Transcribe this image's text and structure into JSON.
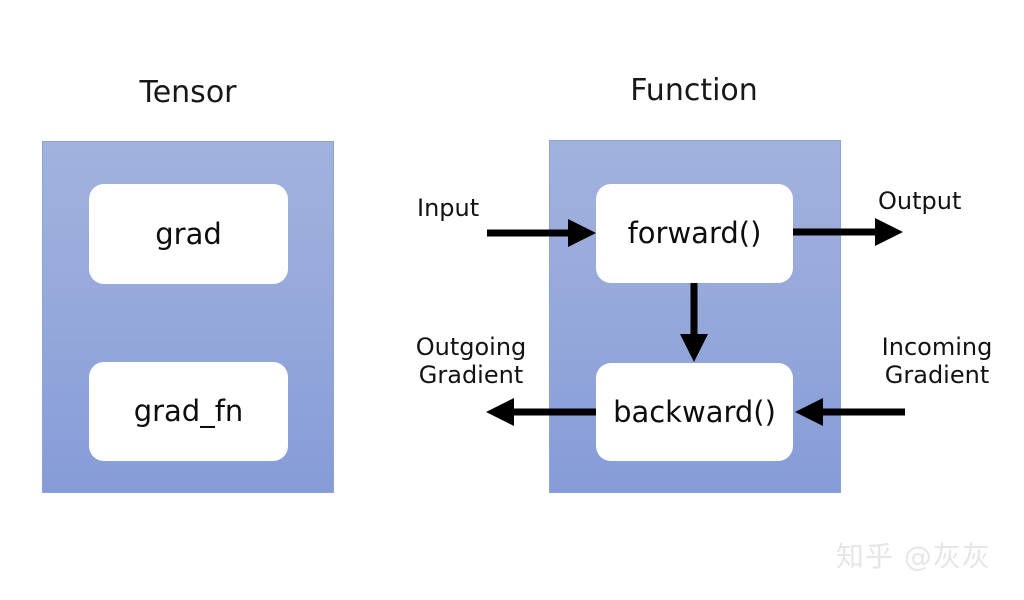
{
  "diagram": {
    "title_tensor": "Tensor",
    "title_function": "Function",
    "tensor": {
      "cards": [
        {
          "label": "grad"
        },
        {
          "label": "grad_fn"
        }
      ]
    },
    "function": {
      "cards": [
        {
          "label": "forward()"
        },
        {
          "label": "backward()"
        }
      ],
      "labels": {
        "input": "Input",
        "output": "Output",
        "outgoing_gradient": "Outgoing\nGradient",
        "incoming_gradient": "Incoming\nGradient"
      }
    },
    "colors": {
      "container_top": "#a2b2de",
      "container_bottom": "#869cd8",
      "card_fill": "#ffffff",
      "arrow": "#000000",
      "text": "#131313",
      "watermark": "#e6e6e6",
      "background": "#ffffff"
    }
  },
  "watermark": {
    "text": "知乎 @灰灰"
  }
}
